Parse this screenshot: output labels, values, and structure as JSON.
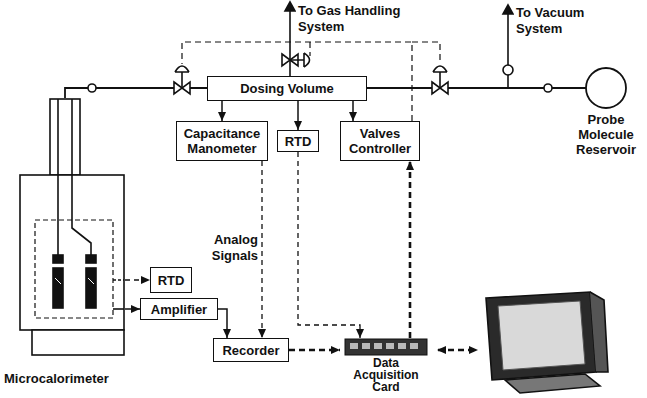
{
  "diagram": {
    "nodes": [
      {
        "text": [
          "Dosing Volume"
        ]
      },
      {
        "text": [
          "Capacitance Manometer"
        ]
      },
      {
        "text": [
          "RTD"
        ]
      },
      {
        "text": [
          "Valves Controller"
        ]
      },
      {
        "text": [
          "Probe Molecule Reservoir"
        ]
      },
      {
        "text": [
          "Microcalorimeter"
        ]
      },
      {
        "text": [
          "RTD"
        ]
      },
      {
        "text": [
          "Amplifier"
        ]
      },
      {
        "text": [
          "Recorder"
        ]
      },
      {
        "text": [
          "Data Acquisition Card"
        ]
      }
    ],
    "edges": [
      {
        "from": 0,
        "to": 5,
        "arrow": "none"
      },
      {
        "from": 0,
        "to": 4,
        "arrow": "none"
      },
      {
        "from": 0,
        "to": 1,
        "arrow": "to"
      },
      {
        "from": 0,
        "to": 2,
        "arrow": "to"
      },
      {
        "from": 0,
        "to": 3,
        "arrow": "to"
      },
      {
        "from": 1,
        "to": 8,
        "arrow": "to"
      },
      {
        "from": 5,
        "to": 6,
        "arrow": "to"
      },
      {
        "from": 5,
        "to": 7,
        "arrow": "to"
      },
      {
        "from": 7,
        "to": 8,
        "arrow": "to"
      },
      {
        "from": 2,
        "to": 9,
        "arrow": "to"
      },
      {
        "from": 8,
        "to": 9,
        "arrow": "to"
      },
      {
        "from": 9,
        "to": 3,
        "arrow": "to"
      }
    ],
    "labels": [
      "To Gas Handling System",
      "To Vacuum System",
      "Analog Signals"
    ]
  }
}
